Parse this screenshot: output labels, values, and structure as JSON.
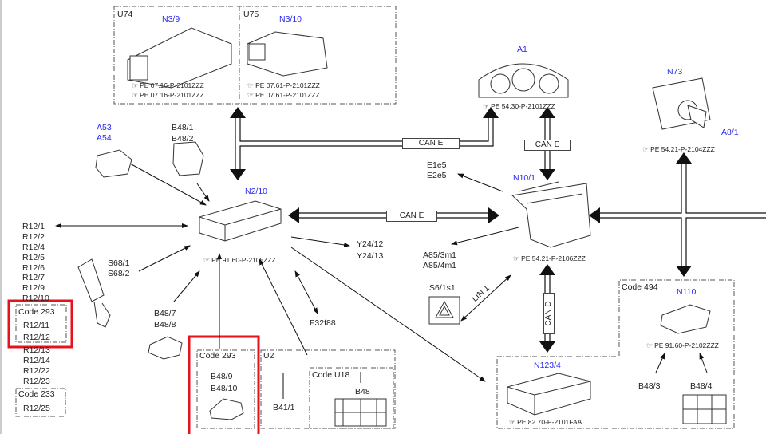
{
  "modules": {
    "u74": {
      "code": "U74",
      "id": "N3/9",
      "refs": [
        "PE 07.16-P-2101ZZZ",
        "PE 07.16-P-2101ZZZ"
      ]
    },
    "u75": {
      "code": "U75",
      "id": "N3/10",
      "refs": [
        "PE 07.61-P-2101ZZZ",
        "PE 07.61-P-2101ZZZ"
      ]
    },
    "a1": {
      "id": "A1",
      "ref": "PE 54.30-P-2101ZZZ"
    },
    "n73": {
      "id": "N73",
      "sub": "A8/1",
      "ref": "PE 54.21-P-2104ZZZ"
    },
    "n10_1": {
      "id": "N10/1",
      "ref": "PE 54.21-P-2106ZZZ"
    },
    "n2_10": {
      "id": "N2/10",
      "ref": "PE 91.60-P-2105ZZZ"
    },
    "n110": {
      "code": "Code 494",
      "id": "N110",
      "ref": "PE 91.60-P-2102ZZZ"
    },
    "n123_4": {
      "id": "N123/4",
      "ref": "PE 82.70-P-2101FAA"
    }
  },
  "buses": {
    "can_e_top": "CAN E",
    "can_e_a1": "CAN E",
    "can_e_mid": "CAN E",
    "can_d": "CAN D",
    "lin1": "LIN 1"
  },
  "components": {
    "a53": "A53",
    "a54": "A54",
    "b48_1": "B48/1",
    "b48_2": "B48/2",
    "e1e5": "E1e5",
    "e2e5": "E2e5",
    "y24_12": "Y24/12",
    "y24_13": "Y24/13",
    "a85_3": "A85/3m1",
    "a85_4": "A85/4m1",
    "s6": "S6/1s1",
    "s68_1": "S68/1",
    "s68_2": "S68/2",
    "b48_7": "B48/7",
    "b48_8": "B48/8",
    "f32": "F32f88",
    "b48_3": "B48/3",
    "b48_4": "B48/4"
  },
  "r12_list": [
    "R12/1",
    "R12/2",
    "R12/4",
    "R12/5",
    "R12/6",
    "R12/7",
    "R12/9",
    "R12/10"
  ],
  "r12_code293": {
    "code": "Code 293",
    "items": [
      "R12/11",
      "R12/12"
    ]
  },
  "r12_list2": [
    "R12/13",
    "R12/14",
    "R12/22",
    "R12/23"
  ],
  "r12_code233": {
    "code": "Code 233",
    "items": [
      "R12/25"
    ]
  },
  "code293_box": {
    "code": "Code 293",
    "items": [
      "B48/9",
      "B48/10"
    ]
  },
  "u2_box": {
    "code": "U2",
    "item": "B41/1"
  },
  "u18_box": {
    "code": "Code U18",
    "item": "B48"
  },
  "highlight_color": "#e8121c",
  "label_color": "#2a2af0",
  "ref_icon": "pointing-hand-icon"
}
